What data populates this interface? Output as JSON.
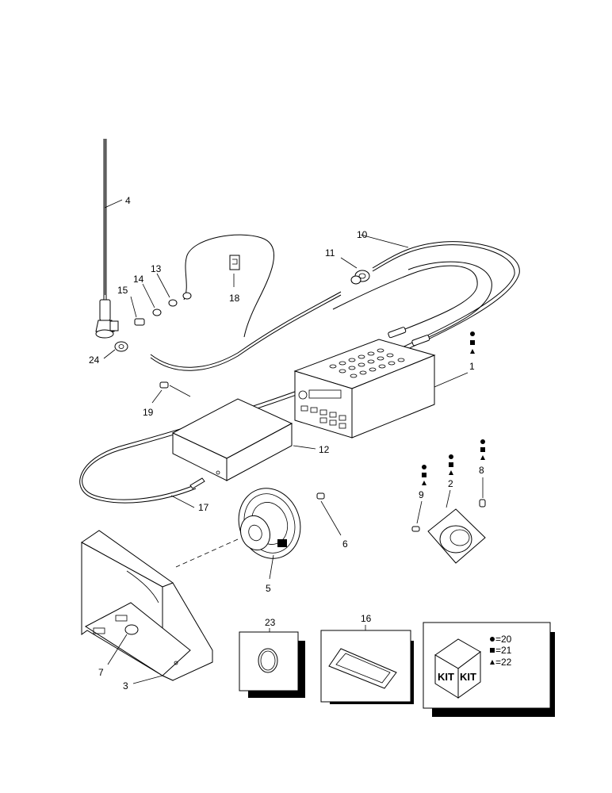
{
  "callouts": {
    "c1": "1",
    "c2": "2",
    "c3": "3",
    "c4": "4",
    "c5": "5",
    "c6": "6",
    "c7": "7",
    "c8": "8",
    "c9": "9",
    "c10": "10",
    "c11": "11",
    "c12": "12",
    "c13": "13",
    "c14": "14",
    "c15": "15",
    "c16": "16",
    "c17": "17",
    "c18": "18",
    "c19": "19",
    "c23": "23",
    "c24": "24"
  },
  "kit": {
    "box_label_left": "KIT",
    "box_label_right": "KIT",
    "legend": [
      {
        "symbol": "circle",
        "text": "=20"
      },
      {
        "symbol": "square",
        "text": "=21"
      },
      {
        "symbol": "triangle",
        "text": "=22"
      }
    ]
  }
}
